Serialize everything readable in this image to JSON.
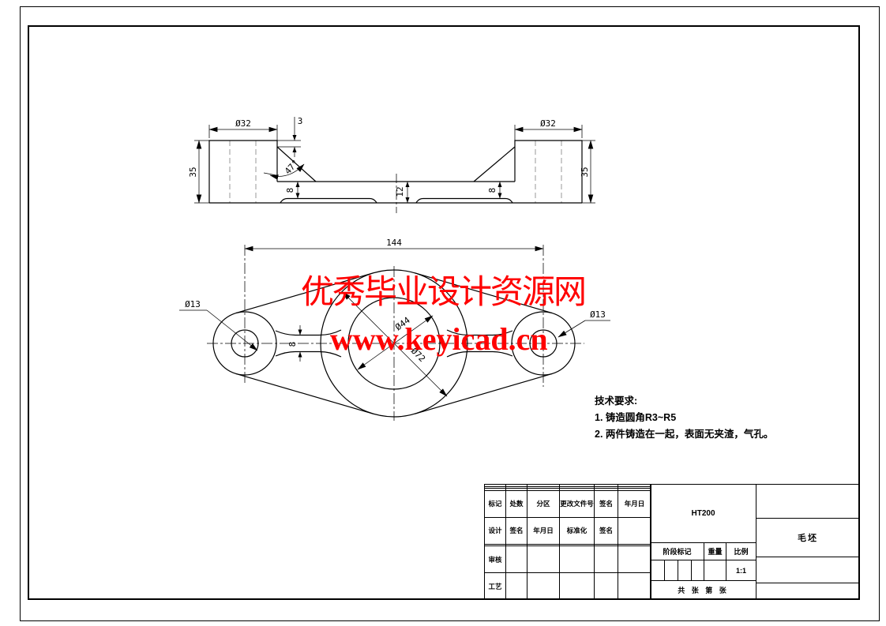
{
  "watermark": {
    "line1": "优秀毕业设计资源网",
    "line2": "www.keyicad.cn",
    "color": "#ff0000"
  },
  "top_view": {
    "dia_label": "Ø32",
    "height_label": "35",
    "step_label": "3",
    "angle_label": "47°",
    "web_label": "8",
    "center_label": "12"
  },
  "front_view": {
    "span_label": "144",
    "hole_label": "Ø13",
    "bore_label": "Ø44",
    "hub_label": "Ø72",
    "arm_label": "8"
  },
  "tech_req": {
    "title": "技术要求:",
    "item1": "1. 铸造圆角R3~R5",
    "item2": "2. 两件铸造在一起，表面无夹渣，气孔。"
  },
  "title_block": {
    "rev_row": {
      "c1": "标记",
      "c2": "处数",
      "c3": "分区",
      "c4": "更改文件号",
      "c5": "签名",
      "c6": "年月日"
    },
    "sig_row": {
      "c1": "设计",
      "c2": "签名",
      "c3": "年月日",
      "c4": "标准化",
      "c5": "签名"
    },
    "audit": "审核",
    "process": "工艺",
    "material": "HT200",
    "stage_label": "阶段标记",
    "weight_label": "重量",
    "scale_label": "比例",
    "scale_value": "1:1",
    "sheet_info": "共 张 第 张",
    "part_name": "毛坯"
  }
}
